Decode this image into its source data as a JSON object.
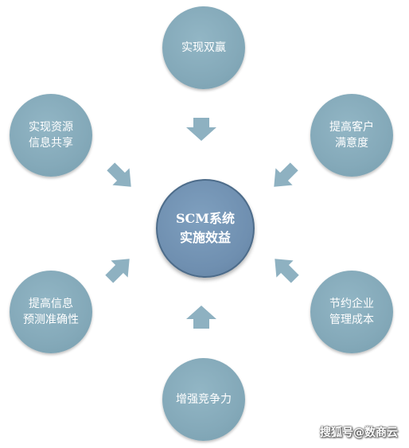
{
  "center": {
    "label": "SCM系统\n实施效益"
  },
  "nodes": {
    "top": "实现双赢",
    "top_left": "实现资源\n信息共享",
    "top_right": "提高客户\n满意度",
    "bottom_left": "提高信息\n预测准确性",
    "bottom_right": "节约企业\n管理成本",
    "bottom": "增强竞争力"
  },
  "watermark": "搜狐号@数商云",
  "colors": {
    "node_fill": "#84a9b9",
    "center_fill": "#6f8fb0",
    "arrow_fill": "#8eb1c1"
  }
}
